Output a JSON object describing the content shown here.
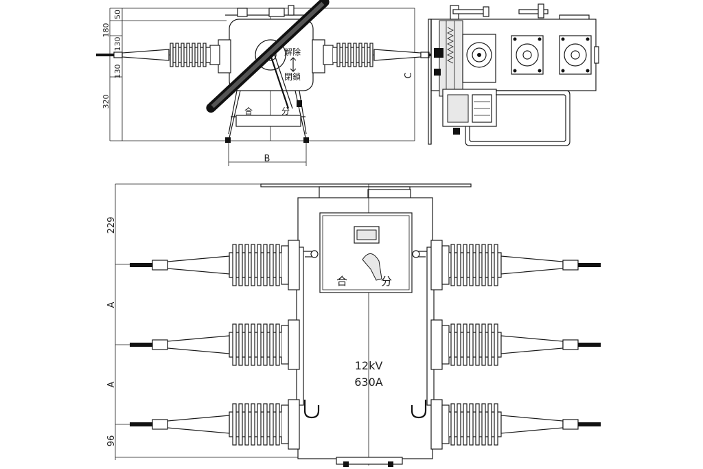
{
  "top_view": {
    "dims_vertical": [
      "50",
      "180",
      "130",
      "130",
      "320"
    ],
    "dim_b": "B",
    "dim_c": "C",
    "switch_labels": {
      "unlock": "解除",
      "lock": "閉鎖",
      "close": "合",
      "open": "分"
    }
  },
  "front_view": {
    "dims_vertical": [
      "229",
      "A",
      "A",
      "96"
    ],
    "switch_labels": {
      "close": "合",
      "open": "分"
    },
    "rating_voltage": "12kV",
    "rating_current": "630A"
  }
}
